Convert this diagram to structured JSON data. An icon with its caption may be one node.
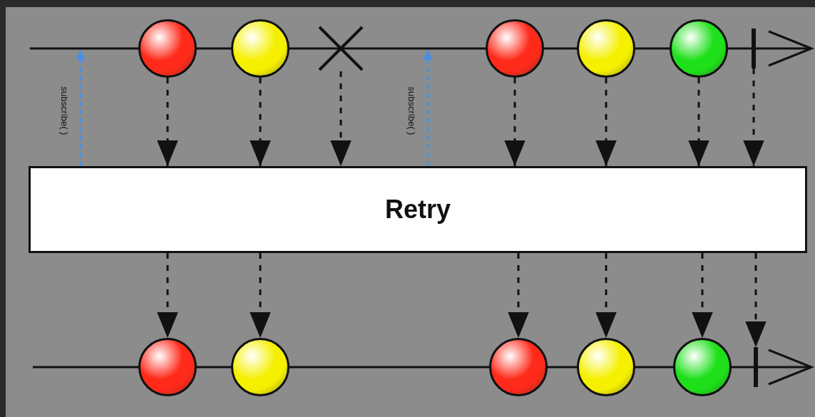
{
  "diagram": {
    "nodes": [
      {
        "text": [],
        "shape": "circle"
      },
      {
        "text": [],
        "shape": "circle"
      },
      {
        "text": [],
        "shape": "cross"
      },
      {
        "text": [],
        "shape": "circle"
      },
      {
        "text": [],
        "shape": "circle"
      },
      {
        "text": [],
        "shape": "circle"
      },
      {
        "text": [],
        "shape": "bar"
      },
      {
        "text": [
          "Retry"
        ]
      },
      {
        "text": [],
        "shape": "circle"
      },
      {
        "text": [],
        "shape": "circle"
      },
      {
        "text": [],
        "shape": "circle"
      },
      {
        "text": [],
        "shape": "circle"
      },
      {
        "text": [],
        "shape": "circle"
      },
      {
        "text": [],
        "shape": "bar"
      }
    ],
    "edges": [
      {
        "from": 7,
        "to": null,
        "arrow": "to",
        "label": "subscribe( )",
        "style": "dashed",
        "color": "#4a90e2"
      },
      {
        "from": 0,
        "to": 7,
        "arrow": "to",
        "style": "dashed"
      },
      {
        "from": 1,
        "to": 7,
        "arrow": "to",
        "style": "dashed"
      },
      {
        "from": 2,
        "to": 7,
        "arrow": "to",
        "style": "dashed"
      },
      {
        "from": 7,
        "to": null,
        "arrow": "to",
        "label": "subscribe( )",
        "style": "dashed",
        "color": "#4a90e2"
      },
      {
        "from": 3,
        "to": 7,
        "arrow": "to",
        "style": "dashed"
      },
      {
        "from": 4,
        "to": 7,
        "arrow": "to",
        "style": "dashed"
      },
      {
        "from": 5,
        "to": 7,
        "arrow": "to",
        "style": "dashed"
      },
      {
        "from": 6,
        "to": 7,
        "arrow": "to",
        "style": "dashed"
      },
      {
        "from": 7,
        "to": 8,
        "arrow": "to",
        "style": "dashed"
      },
      {
        "from": 7,
        "to": 9,
        "arrow": "to",
        "style": "dashed"
      },
      {
        "from": 7,
        "to": 10,
        "arrow": "to",
        "style": "dashed"
      },
      {
        "from": 7,
        "to": 11,
        "arrow": "to",
        "style": "dashed"
      },
      {
        "from": 7,
        "to": 12,
        "arrow": "to",
        "style": "dashed"
      },
      {
        "from": 7,
        "to": 13,
        "arrow": "to",
        "style": "dashed"
      }
    ]
  }
}
